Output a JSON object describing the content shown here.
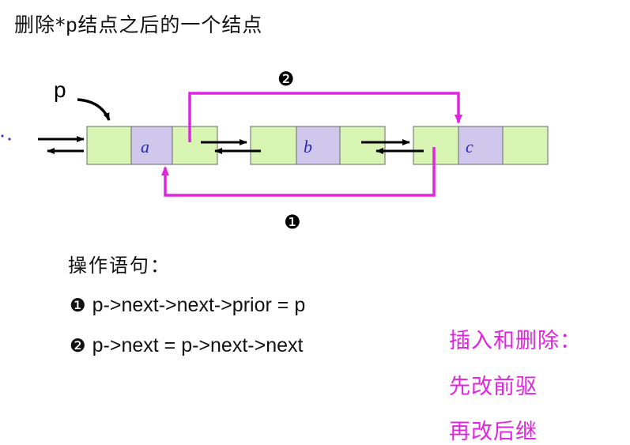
{
  "title_prefix": "删除*",
  "title_ptr": "p",
  "title_suffix": "结点之后的一个结点",
  "pointer_label": "p",
  "nodes": [
    {
      "data": "a"
    },
    {
      "data": "b"
    },
    {
      "data": "c"
    }
  ],
  "step_markers": {
    "first": "❶",
    "second": "❷"
  },
  "operations": {
    "heading": "操作语句：",
    "first_number": "❶",
    "first_statement": "p->next->next->prior = p",
    "second_number": "❷",
    "second_statement": "p->next = p->next->next"
  },
  "notes": {
    "line1": "插入和删除：",
    "line2": "先改前驱",
    "line3": "再改后继"
  },
  "colors": {
    "node_side_fill": "#d8f5b4",
    "node_data_fill": "#cfc8ec",
    "node_border": "#6a6a6a",
    "relink_arrow": "#e025e0",
    "note_text": "#e025e0",
    "pointer_arrow": "#000000"
  }
}
